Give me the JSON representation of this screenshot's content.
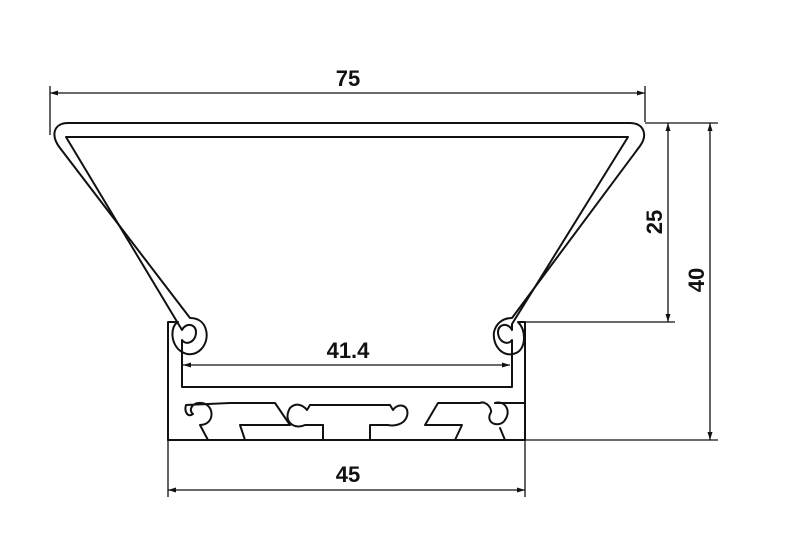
{
  "drawing": {
    "dimensions": {
      "top_width": "75",
      "inner_width": "41.4",
      "base_width": "45",
      "upper_height": "25",
      "total_height": "40"
    },
    "line_color": "#111111",
    "background": "#ffffff"
  }
}
